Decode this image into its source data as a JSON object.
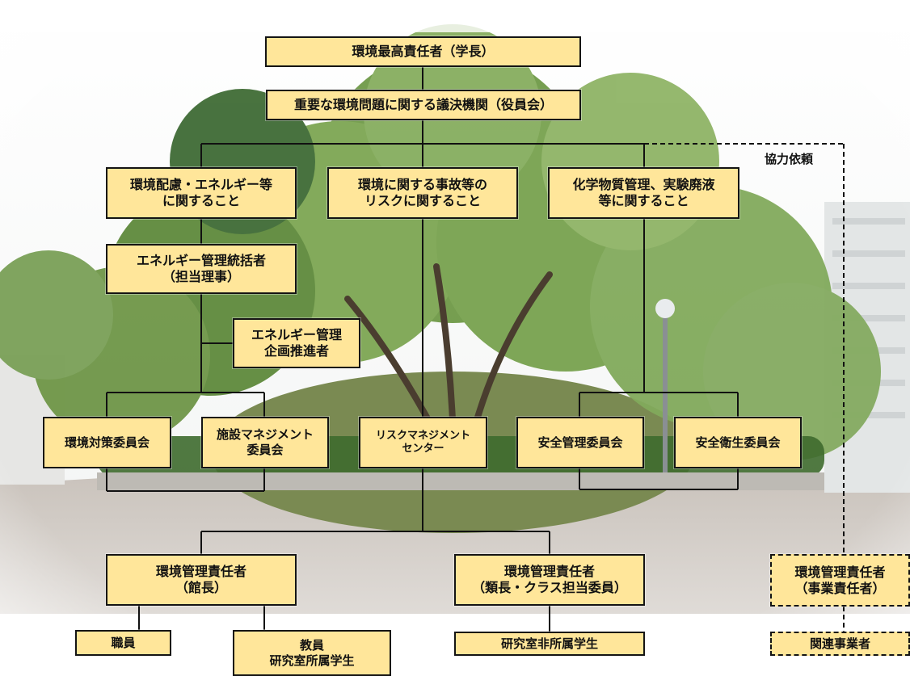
{
  "top": "環境最高責任者（学長）",
  "board": "重要な環境問題に関する議決機関（役員会）",
  "coop_label": "協力依頼",
  "areas": [
    "環境配慮・エネルギー等\nに関すること",
    "環境に関する事故等の\nリスクに関すること",
    "化学物質管理、実験廃液\n等に関すること"
  ],
  "energy_director": "エネルギー管理統括者\n（担当理事）",
  "energy_planner": "エネルギー管理\n企画推進者",
  "committees": [
    "環境対策委員会",
    "施設マネジメント\n委員会",
    "リスクマネジメント\nセンター",
    "安全管理委員会",
    "安全衛生委員会"
  ],
  "managers": [
    "環境管理責任者\n（館長）",
    "環境管理責任者\n（類長・クラス担当委員）",
    "環境管理責任者\n（事業責任者）"
  ],
  "members": [
    "職員",
    "教員\n研究室所属学生",
    "研究室非所属学生",
    "関連事業者"
  ]
}
